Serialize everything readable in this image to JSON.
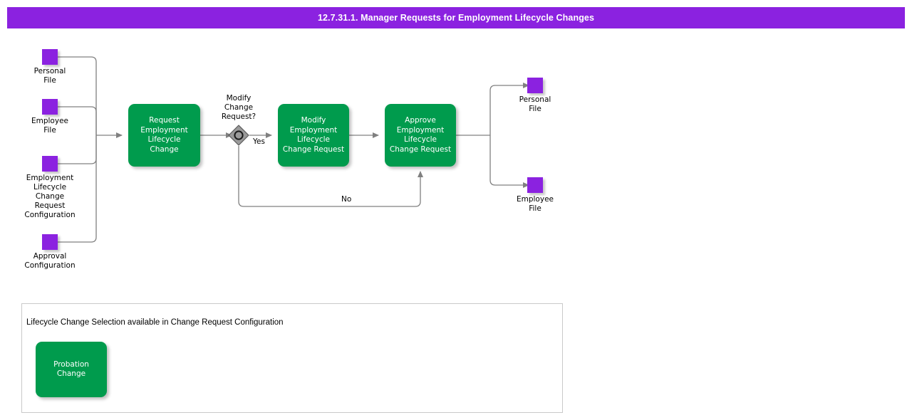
{
  "title_bar": {
    "text": "12.7.31.1. Manager Requests for Employment Lifecycle Changes",
    "background": "#8B22E0",
    "text_color": "#ffffff"
  },
  "colors": {
    "data_object_purple": "#8B22E0",
    "task_green": "#009B4D",
    "gateway_gray": "#999999",
    "connector_gray": "#808080",
    "panel_border": "#c9c9c9"
  },
  "inputs": [
    {
      "id": "personal-file-in",
      "label": "Personal\nFile"
    },
    {
      "id": "employee-file-in",
      "label": "Employee\nFile"
    },
    {
      "id": "lifecycle-change-request-config",
      "label": "Employment\nLifecycle\nChange\nRequest\nConfiguration"
    },
    {
      "id": "approval-configuration",
      "label": "Approval\nConfiguration"
    }
  ],
  "tasks": [
    {
      "id": "request-employment-lifecycle-change",
      "label": "Request\nEmployment\nLifecycle\nChange"
    },
    {
      "id": "modify-employment-lifecycle-change-request",
      "label": "Modify\nEmployment\nLifecycle\nChange Request"
    },
    {
      "id": "approve-employment-lifecycle-change-request",
      "label": "Approve\nEmployment\nLifecycle\nChange Request"
    }
  ],
  "gateway": {
    "id": "modify-change-request-gateway",
    "label": "Modify\nChange\nRequest?",
    "type": "complex-gateway"
  },
  "flow_labels": {
    "yes": "Yes",
    "no": "No"
  },
  "outputs": [
    {
      "id": "personal-file-out",
      "label": "Personal\nFile"
    },
    {
      "id": "employee-file-out",
      "label": "Employee\nFile"
    }
  ],
  "legend": {
    "note": "Lifecycle Change Selection available in Change Request Configuration",
    "items": [
      {
        "id": "probation-change",
        "label": "Probation\nChange"
      }
    ]
  }
}
